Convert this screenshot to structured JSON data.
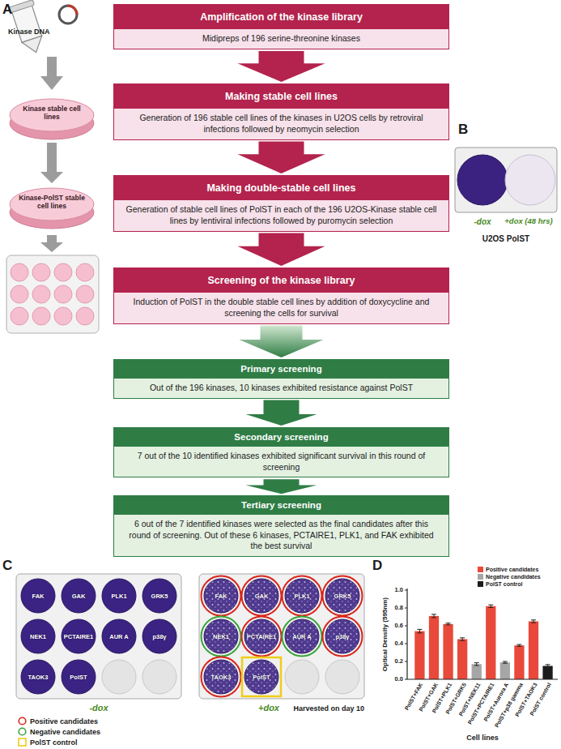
{
  "diagram": {
    "nodes": [
      {
        "text": [
          "Kinase stable cell lines"
        ]
      },
      {
        "text": [
          "Kinase-PolST stable cell lines"
        ]
      },
      {
        "text": [
          "Amplification of the kinase library",
          "Midipreps of 196 serine-threonine kinases"
        ]
      },
      {
        "text": [
          "Making stable cell lines",
          "Generation of 196 stable cell lines of the kinases in U2OS cells by retroviral infections followed by neomycin selection"
        ]
      },
      {
        "text": [
          "Making double-stable cell lines",
          "Generation of stable cell lines of PolST in each of the 196 U2OS-Kinase stable cell lines by lentiviral infections followed by puromycin selection"
        ]
      },
      {
        "text": [
          "Screening of the kinase library",
          "Induction of PolST in the double stable cell lines by addition of doxycycline and screening the cells for survival"
        ]
      },
      {
        "text": [
          "Primary screening",
          "Out of the 196 kinases, 10 kinases exhibited resistance against PolST"
        ]
      },
      {
        "text": [
          "Secondary screening",
          "7 out of the 10 identified kinases exhibited significant survival in this round of screening"
        ]
      },
      {
        "text": [
          "Tertiary screening",
          "6 out of the 7 identified kinases were selected as the final candidates after this round of screening. Out of these 6 kinases, PCTAIRE1, PLK1, and FAK exhibited the best survival"
        ]
      },
      {
        "text": [
          "FAK"
        ]
      },
      {
        "text": [
          "GAK"
        ]
      },
      {
        "text": [
          "PLK1"
        ]
      },
      {
        "text": [
          "GRK5"
        ]
      },
      {
        "text": [
          "NEK1"
        ]
      },
      {
        "text": [
          "PCTAIRE1"
        ]
      },
      {
        "text": [
          "AUR A"
        ]
      },
      {
        "text": [
          "p38γ"
        ]
      },
      {
        "text": [
          "TAOK3"
        ]
      },
      {
        "text": [
          "PolST"
        ]
      },
      {
        "text": [
          "FAK"
        ]
      },
      {
        "text": [
          "GAK"
        ]
      },
      {
        "text": [
          "PLK1"
        ]
      },
      {
        "text": [
          "GRK5"
        ]
      },
      {
        "text": [
          "NEK1"
        ]
      },
      {
        "text": [
          "PCTAIRE1"
        ]
      },
      {
        "text": [
          "AUR A"
        ]
      },
      {
        "text": [
          "p38γ"
        ]
      },
      {
        "text": [
          "TAOK3"
        ]
      },
      {
        "text": [
          "PolST"
        ]
      }
    ],
    "edges": [
      {
        "from": 0,
        "to": 1,
        "arrow": "to"
      },
      {
        "from": 2,
        "to": 3,
        "arrow": "to"
      },
      {
        "from": 3,
        "to": 4,
        "arrow": "to"
      },
      {
        "from": 4,
        "to": 5,
        "arrow": "to"
      },
      {
        "from": 5,
        "to": 6,
        "arrow": "to"
      },
      {
        "from": 6,
        "to": 7,
        "arrow": "to"
      },
      {
        "from": 7,
        "to": 8,
        "arrow": "to"
      }
    ],
    "labels": [
      "A",
      "B",
      "C",
      "D",
      "Kinase DNA",
      "-dox",
      "+dox (48 hrs)",
      "U2OS PolST",
      "-dox",
      "+dox",
      "Harvested on day 10",
      "Optical Density (595nm)",
      "0.0",
      "0.2",
      "0.4",
      "0.6",
      "0.8",
      "1.0",
      "PolST+FAK",
      "PolST+GAK",
      "PolST+PLK1",
      "PolST+GRK5",
      "PolST+NEK11",
      "PolST+PCTAIRE1",
      "PolST+Aurora A",
      "PolST+p38 gamma",
      "PolST+TAOK3",
      "PolST control",
      "Cell lines"
    ],
    "legend": [
      {
        "text": "Positive candidates"
      },
      {
        "text": "Negative candidates"
      },
      {
        "text": "PolST control"
      },
      {
        "text": "Positive candidates",
        "color": "#e8493a"
      },
      {
        "text": "Negative candidates",
        "color": "#a6a6a6"
      },
      {
        "text": "PolST control",
        "color": "#1c1c1c"
      }
    ]
  }
}
